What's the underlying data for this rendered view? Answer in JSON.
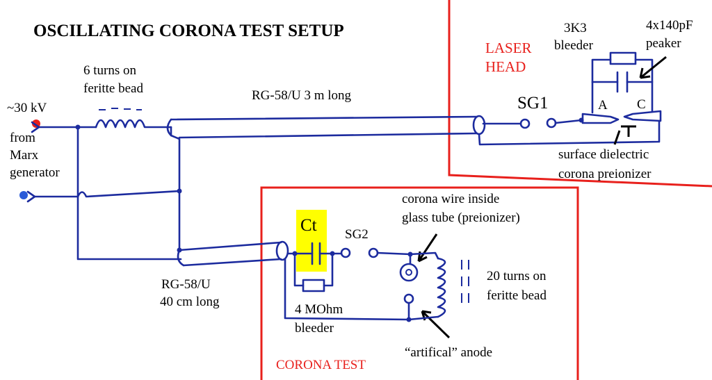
{
  "title": "OSCILLATING CORONA TEST SETUP",
  "source": {
    "voltage": "~30 kV",
    "from_lines": [
      "from",
      "Marx",
      "generator"
    ]
  },
  "input_inductor": {
    "lines": [
      "6 turns on",
      "feritte bead"
    ]
  },
  "cable_long": "RG-58/U 3 m long",
  "cable_short": {
    "lines": [
      "RG-58/U",
      "40 cm long"
    ]
  },
  "laser_head": {
    "lines": [
      "LASER",
      "HEAD"
    ],
    "sg1": "SG1",
    "bleeder_lines": [
      "3K3",
      "bleeder"
    ],
    "peaker_lines": [
      "4x140pF",
      "peaker"
    ],
    "anode": "A",
    "cathode": "C",
    "preionizer_lines": [
      "surface dielectric",
      "corona preionizer"
    ]
  },
  "corona_test": {
    "label": "CORONA TEST",
    "ct": "Ct",
    "sg2": "SG2",
    "wire_lines": [
      "corona wire inside",
      "glass tube (preionizer)"
    ],
    "inductor_lines": [
      "20 turns on",
      "feritte bead"
    ],
    "bleeder_lines": [
      "4 MOhm",
      "bleeder"
    ],
    "anode": "“artifical” anode"
  },
  "colors": {
    "wire": "#1c2b9e",
    "box": "#e8201c",
    "positive_terminal": "#e8201c",
    "negative_terminal": "#2a5ad8",
    "highlight": "#ffff00"
  }
}
